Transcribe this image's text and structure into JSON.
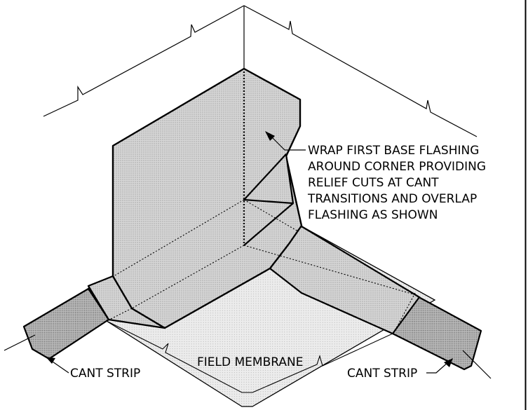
{
  "callout": {
    "lines": [
      "WRAP FIRST BASE FLASHING",
      "AROUND CORNER PROVIDING",
      "RELIEF CUTS AT CANT",
      "TRANSITIONS AND OVERLAP",
      "FLASHING AS SHOWN"
    ]
  },
  "labels": {
    "field_membrane": "FIELD MEMBRANE",
    "cant_strip_left": "CANT STRIP",
    "cant_strip_right": "CANT STRIP"
  },
  "colors": {
    "line": "#000000",
    "flashing_fill": "#d2d2d2",
    "cant_fill": "#bdbdbd",
    "membrane_fill": "#ececec",
    "background": "#ffffff"
  }
}
